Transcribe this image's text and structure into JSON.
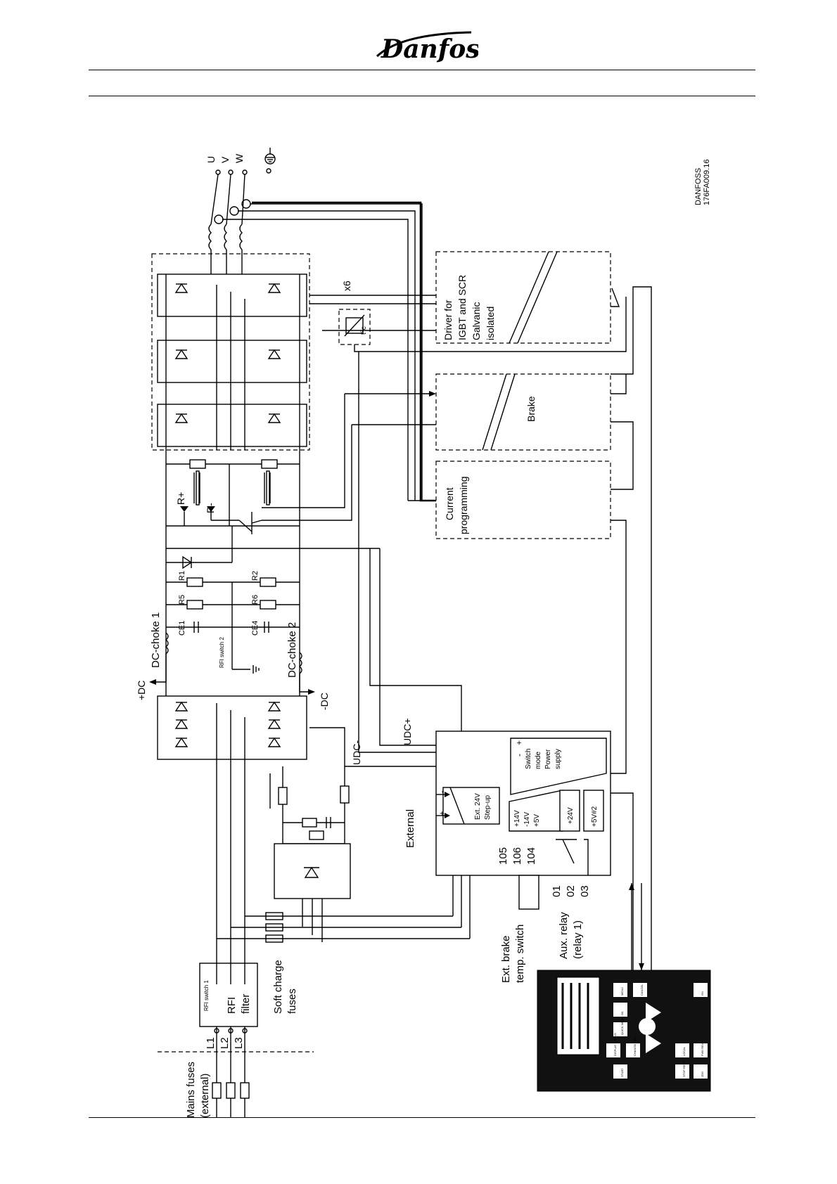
{
  "header": {
    "brand": "Danfoss"
  },
  "figure_id": {
    "line1": "DANFOSS",
    "line2": "176FA009.16"
  },
  "labels": {
    "u": "U",
    "v": "V",
    "w": "W",
    "x6": "x6",
    "driver_l1": "Driver for",
    "driver_l2": "IGBT and SCR",
    "driver_l3": "Galvanic",
    "driver_l4": "isolated",
    "temp": "t°c",
    "brake": "Brake",
    "current_l1": "Current",
    "current_l2": "programming",
    "r_plus": "R+",
    "r_minus": "R-",
    "r1": "R1",
    "r2": "R2",
    "r5": "R5",
    "r6": "R6",
    "ce1": "CE1",
    "ce4": "CE4",
    "choke1": "DC-choke 1",
    "choke2": "DC-choke 2",
    "rfi2": "RFI switch 2",
    "plus_dc": "+DC",
    "minus_dc": "-DC",
    "udc_plus": "UDC+",
    "udc_minus": "UDC-",
    "minus": "-",
    "plus": "+",
    "smps_l1": "Switch",
    "smps_l2": "mode",
    "smps_l3": "Power",
    "smps_l4": "supply",
    "ext24_l1": "Ext. 24V",
    "ext24_l2": "Step-up",
    "rail_l1": "+14V",
    "rail_l2": "-14V",
    "rail_l3": "+5V",
    "plus24": "+24V",
    "plus5v2": "+5V#2",
    "external": "External",
    "t105": "105",
    "t106": "106",
    "t104": "104",
    "r01": "01",
    "r02": "02",
    "r03": "03",
    "aux_l1": "Aux. relay",
    "aux_l2": "(relay 1)",
    "ext_brake_l1": "Ext. brake",
    "ext_brake_l2": "temp. switch",
    "rfi1": "RFI switch 1",
    "rfi_filter_l1": "RFI",
    "rfi_filter_l2": "filter",
    "soft_l1": "Soft charge",
    "soft_l2": "fuses",
    "l1": "L1",
    "l2": "L2",
    "l3": "L3",
    "mains_l1": "Mains fuses",
    "mains_l2": "(external)"
  },
  "lcp": {
    "keys": [
      "MENU",
      "OK",
      "QUICK MENU",
      "CANCEL",
      "DISPLAY STATUS",
      "CHANGE DATA",
      "ON",
      "LOCAL",
      "FWD REV",
      "JOG",
      "STOP RESET",
      "START"
    ]
  }
}
